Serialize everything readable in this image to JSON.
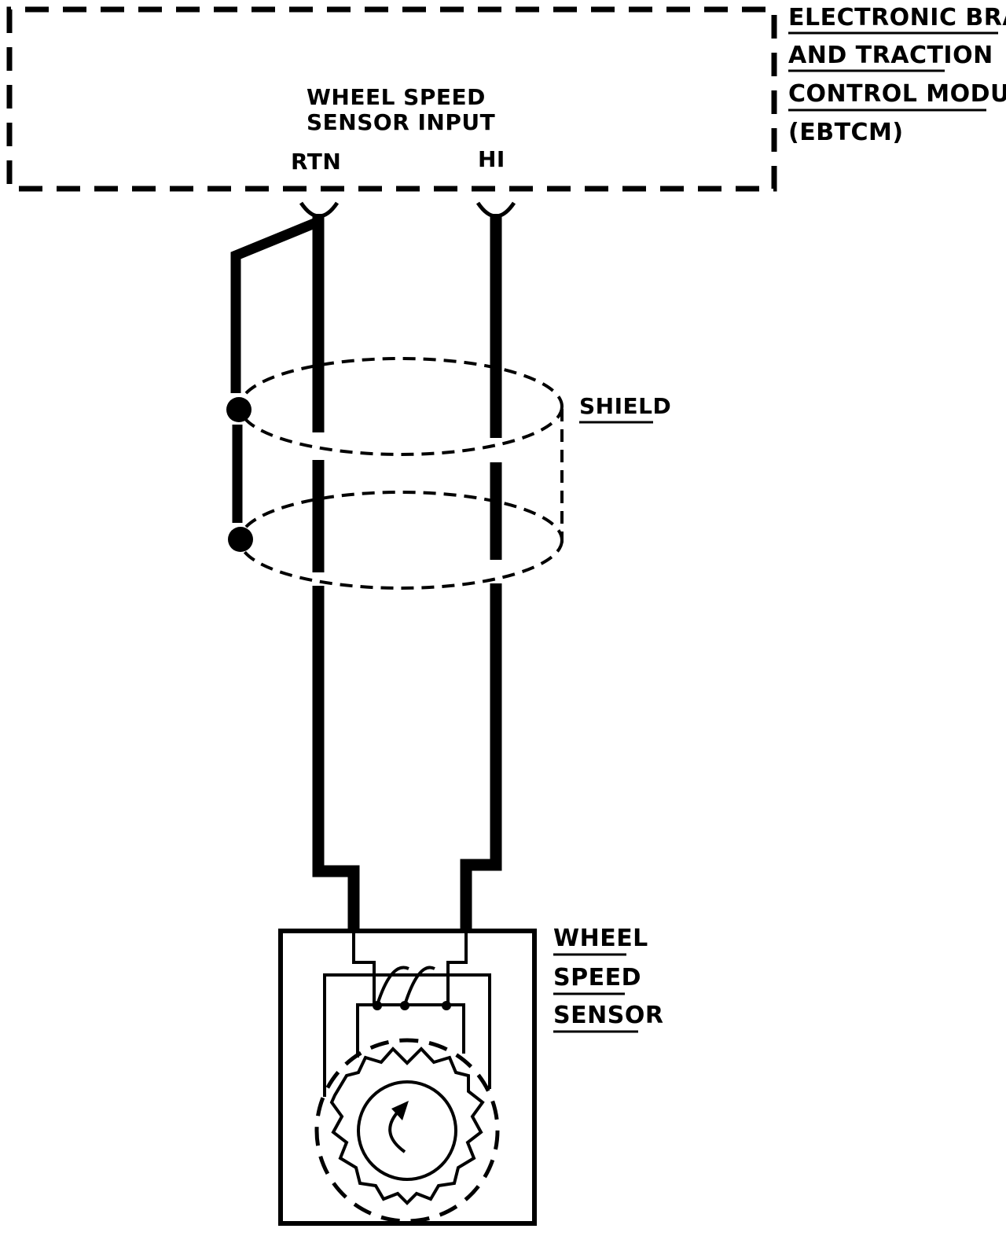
{
  "module": {
    "name_lines": [
      "ELECTRONIC BRAKE",
      "AND TRACTION",
      "CONTROL MODULE",
      "(EBTCM)"
    ],
    "input_label_lines": [
      "WHEEL SPEED",
      "SENSOR INPUT"
    ],
    "pins": {
      "rtn": "RTN",
      "hi": "HI"
    }
  },
  "shield_label": "SHIELD",
  "sensor": {
    "label_lines": [
      "WHEEL",
      "SPEED",
      "SENSOR"
    ]
  },
  "colors": {
    "ink": "#000000",
    "background": "#ffffff"
  }
}
